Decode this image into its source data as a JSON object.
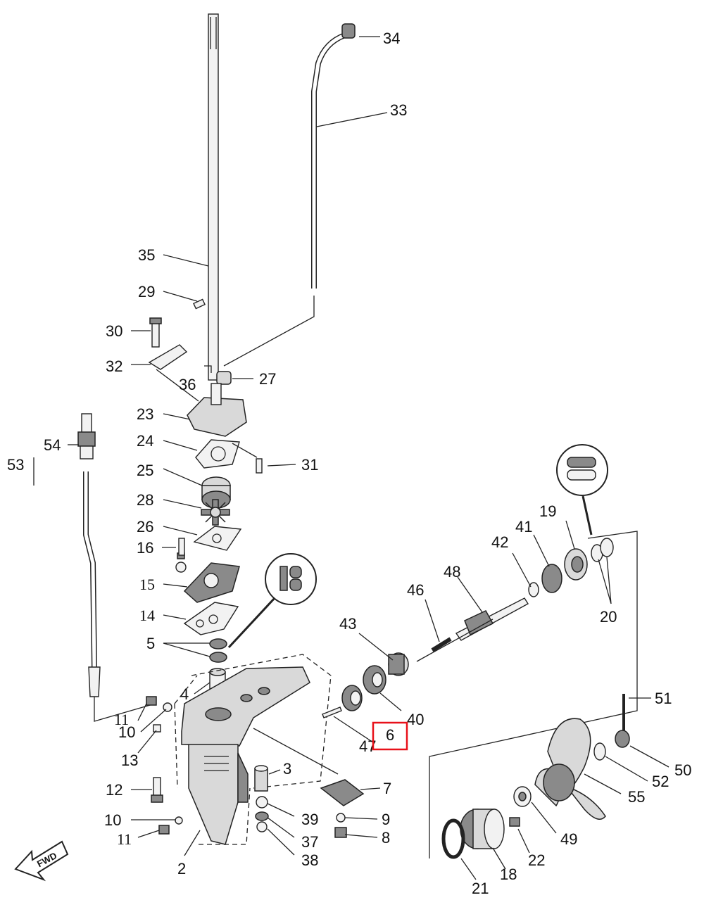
{
  "diagram": {
    "fwd_label": "FWD",
    "highlight_color": "#e8111a",
    "callouts": {
      "c34": "34",
      "c33": "33",
      "c35": "35",
      "c29": "29",
      "c30": "30",
      "c32": "32",
      "c36": "36",
      "c27": "27",
      "c23": "23",
      "c24": "24",
      "c25": "25",
      "c31": "31",
      "c54": "54",
      "c53": "53",
      "c28": "28",
      "c26": "26",
      "c16": "16",
      "c15": "15",
      "c14": "14",
      "c5": "5",
      "c4": "4",
      "c11a": "11",
      "c10a": "10",
      "c13": "13",
      "c12": "12",
      "c10b": "10",
      "c11b": "11",
      "c2": "2",
      "c3": "3",
      "c39": "39",
      "c37": "37",
      "c38": "38",
      "c7": "7",
      "c9": "9",
      "c8": "8",
      "c47": "47",
      "c6": "6",
      "c40": "40",
      "c43": "43",
      "c46": "46",
      "c48": "48",
      "c42": "42",
      "c41": "41",
      "c19": "19",
      "c20": "20",
      "c51": "51",
      "c50": "50",
      "c52": "52",
      "c55": "55",
      "c49": "49",
      "c22": "22",
      "c18": "18",
      "c21": "21"
    }
  }
}
